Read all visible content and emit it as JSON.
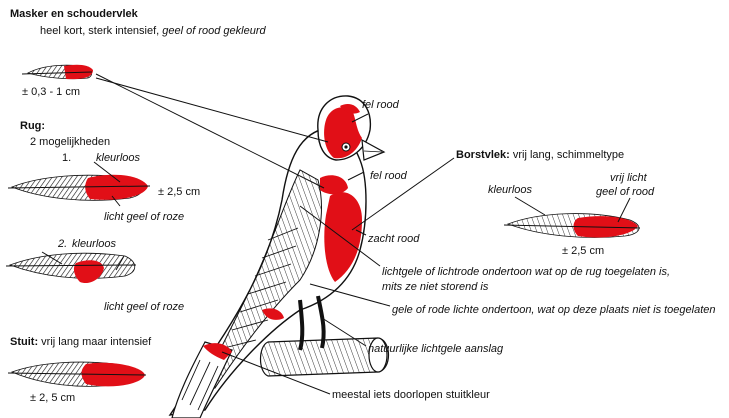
{
  "colors": {
    "red": "#e10f17",
    "ink": "#111111",
    "paper": "#ffffff"
  },
  "masker": {
    "title": "Masker en schoudervlek",
    "desc_plain": "heel kort, sterk intensief, ",
    "desc_italic": "geel of rood gekleurd",
    "size": "± 0,3 - 1 cm"
  },
  "rug": {
    "title": "Rug:",
    "options": "2  mogelijkheden",
    "opt1_num": "1.",
    "opt1_label": "kleurloos",
    "opt1_size": "± 2,5 cm",
    "opt1_note": "licht geel of roze",
    "opt2_num": "2.",
    "opt2_label": "kleurloos",
    "opt2_note": "licht geel of roze"
  },
  "stuit": {
    "title": "Stuit:",
    "desc": " vrij lang maar intensief",
    "size": "± 2, 5 cm"
  },
  "bird_labels": {
    "fel_rood_top": "fel rood",
    "fel_rood_mid": "fel rood",
    "zacht_rood": "zacht rood",
    "lichtgele_1": "lichtgele of lichtrode ondertoon wat op de rug toegelaten is,",
    "lichtgele_2": "mits ze niet storend is",
    "gele_rode": "gele of rode lichte ondertoon, wat op deze plaats niet is toegelaten",
    "natuurlijke": "natuurlijke lichtgele aanslag",
    "meestal": "meestal iets doorlopen stuitkleur"
  },
  "borstvlek": {
    "title": "Borstvlek:",
    "desc": " vrij lang, schimmeltype",
    "kleurloos": "kleurloos",
    "vrij_licht_1": "vrij licht",
    "vrij_licht_2": "geel of rood",
    "size": "± 2,5 cm"
  }
}
